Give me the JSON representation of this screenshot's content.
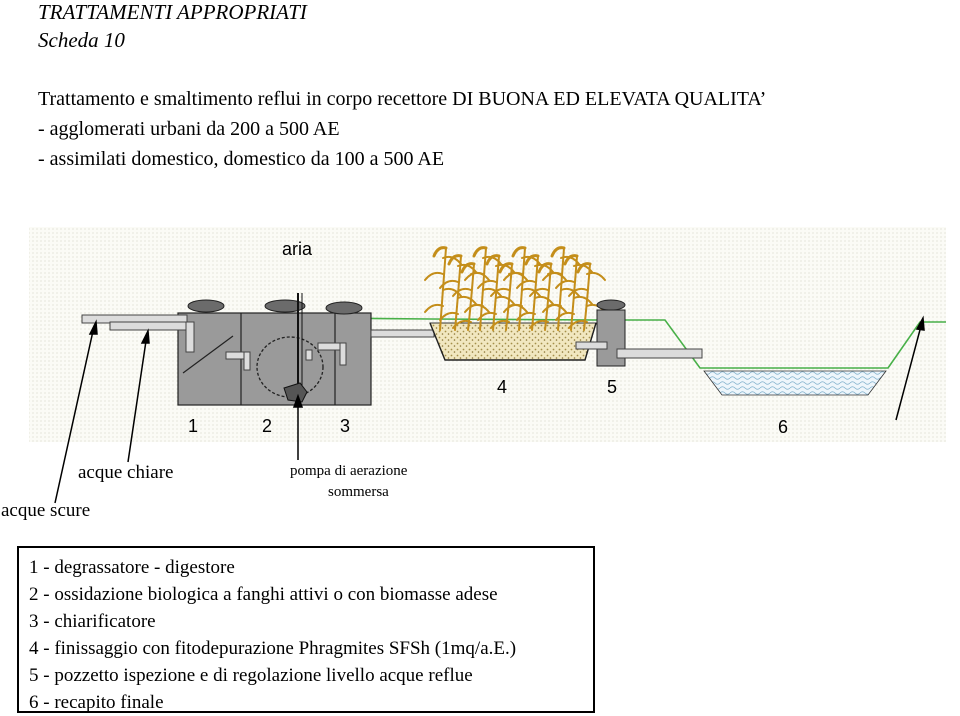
{
  "header": {
    "title": "TRATTAMENTI APPROPRIATI",
    "subtitle": "Scheda 10",
    "lines": [
      "Trattamento e smaltimento reflui in corpo recettore DI BUONA ED ELEVATA QUALITA’",
      "- agglomerati urbani da 200 a 500 AE",
      "- assimilati domestico,  domestico da 100 a 500 AE"
    ]
  },
  "diagram": {
    "air_label": "aria",
    "numbers": [
      "1",
      "2",
      "3",
      "4",
      "5",
      "6"
    ],
    "labels": {
      "dark_water": "acque scure",
      "clear_water": "acque chiare",
      "pump_line1": "pompa di aerazione",
      "pump_line2": "sommersa"
    }
  },
  "legend": [
    "1 - degrassatore - digestore",
    "2 - ossidazione biologica a fanghi attivi o con biomasse adese",
    "3 - chiarificatore",
    "4 - finissaggio con fitodepurazione Phragmites SFSh (1mq/a.E.)",
    "5 - pozzetto ispezione e di regolazione livello acque reflue",
    "6 - recapito finale"
  ]
}
